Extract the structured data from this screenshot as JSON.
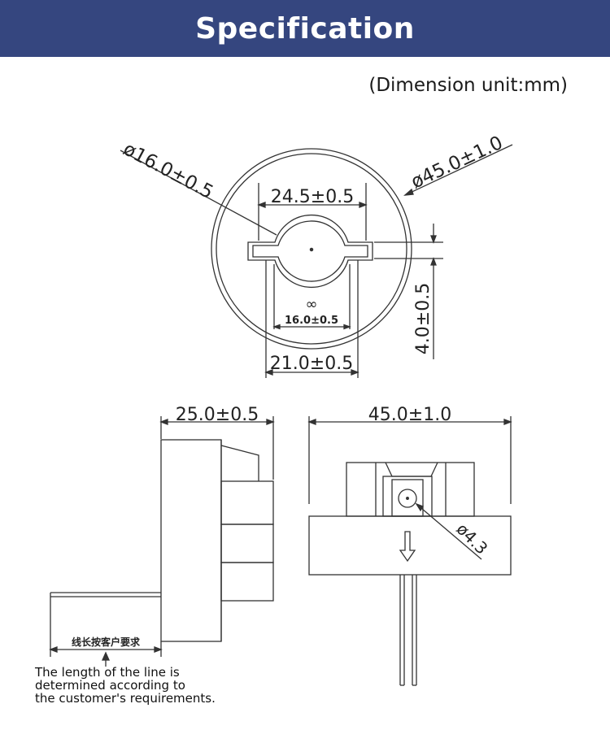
{
  "header": {
    "title": "Specification"
  },
  "unit_note": "(Dimension unit:mm)",
  "top_view": {
    "hole_diameter": "ø16.0±0.5",
    "outer_diameter": "ø45.0±1.0",
    "slot_width": "24.5±0.5",
    "inner_symbol": "∞",
    "inner_width": "16.0±0.5",
    "pin_height": "4.0±0.5",
    "pin_span": "21.0±0.5"
  },
  "side_view": {
    "depth": "25.0±0.5",
    "wire_label_cn": "线长按客户要求"
  },
  "front_view": {
    "width": "45.0±1.0",
    "led_diameter": "ø4.3"
  },
  "wire_note": {
    "line1": "The length of the line is",
    "line2": "determined according to",
    "line3": "the customer's requirements."
  },
  "colors": {
    "header_bg": "#35467f",
    "line": "#333333"
  }
}
